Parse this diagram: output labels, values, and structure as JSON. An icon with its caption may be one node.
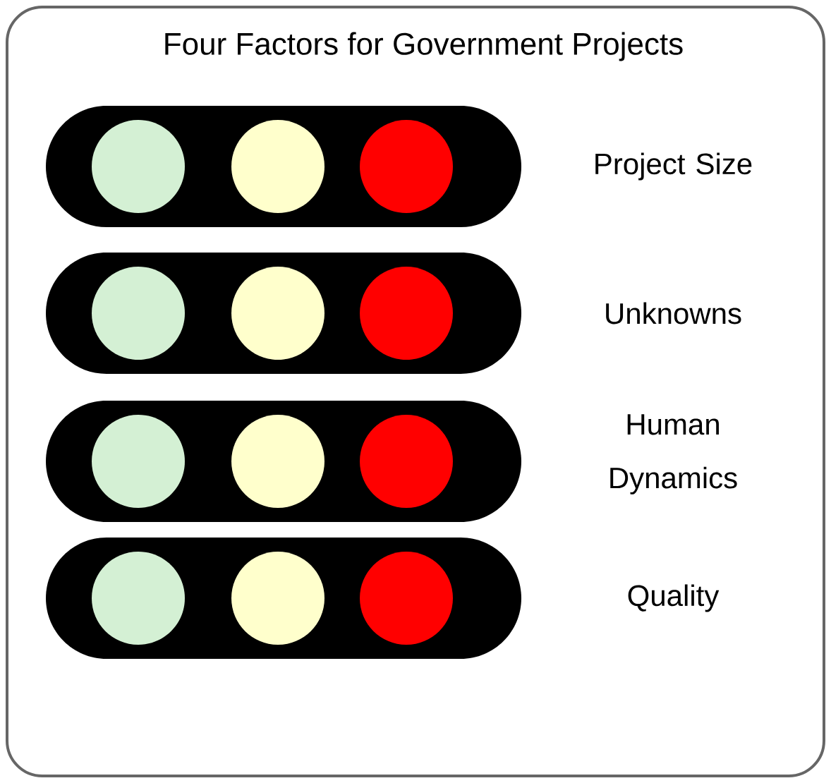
{
  "diagram": {
    "title": "Four Factors for Government Projects",
    "nodes": [
      {
        "text": [],
        "shape": "bar",
        "beside": [
          "Project Size"
        ]
      },
      {
        "text": [],
        "shape": "bar",
        "beside": [
          "Unknowns"
        ]
      },
      {
        "text": [],
        "shape": "bar",
        "beside": [
          "Human Dynamics"
        ]
      },
      {
        "text": [],
        "shape": "bar",
        "beside": [
          "Quality"
        ]
      }
    ]
  }
}
